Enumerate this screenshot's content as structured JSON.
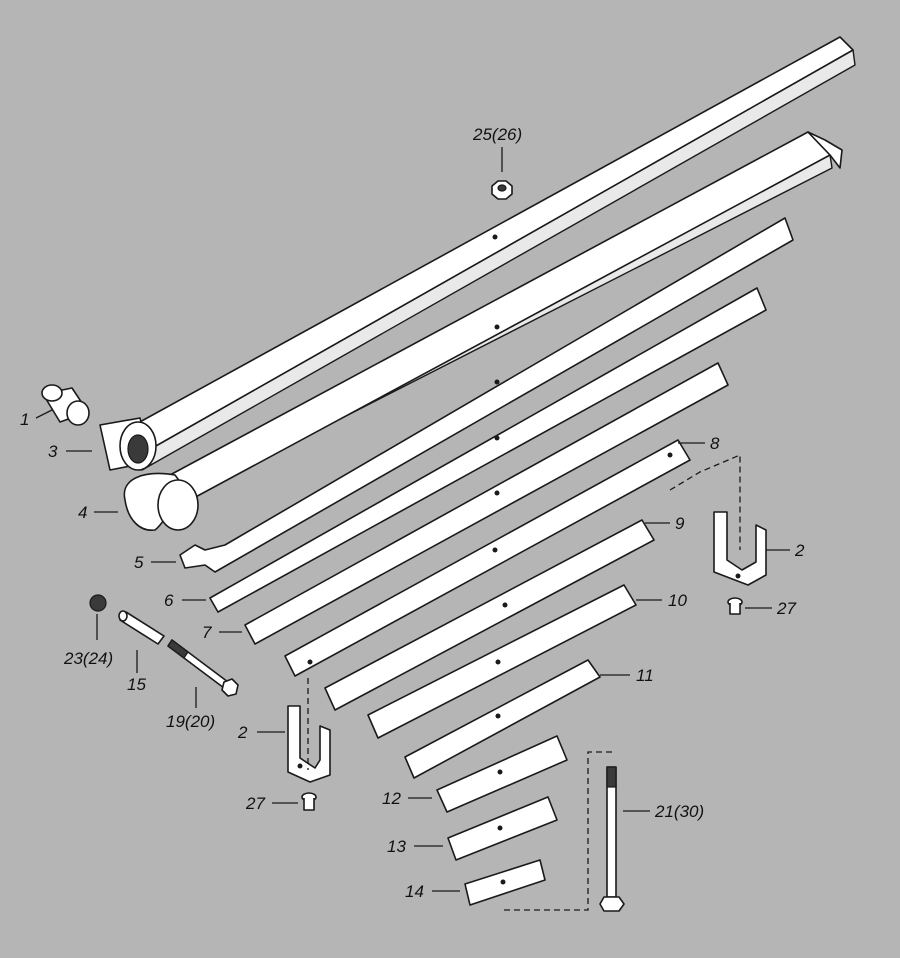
{
  "labels": {
    "p1": "1",
    "p2a": "2",
    "p2b": "2",
    "p3": "3",
    "p4": "4",
    "p5": "5",
    "p6": "6",
    "p7": "7",
    "p8": "8",
    "p9": "9",
    "p10": "10",
    "p11": "11",
    "p12": "12",
    "p13": "13",
    "p14": "14",
    "p15": "15",
    "p19": "19(20)",
    "p21": "21(30)",
    "p23": "23(24)",
    "p25": "25(26)",
    "p27a": "27",
    "p27b": "27"
  }
}
